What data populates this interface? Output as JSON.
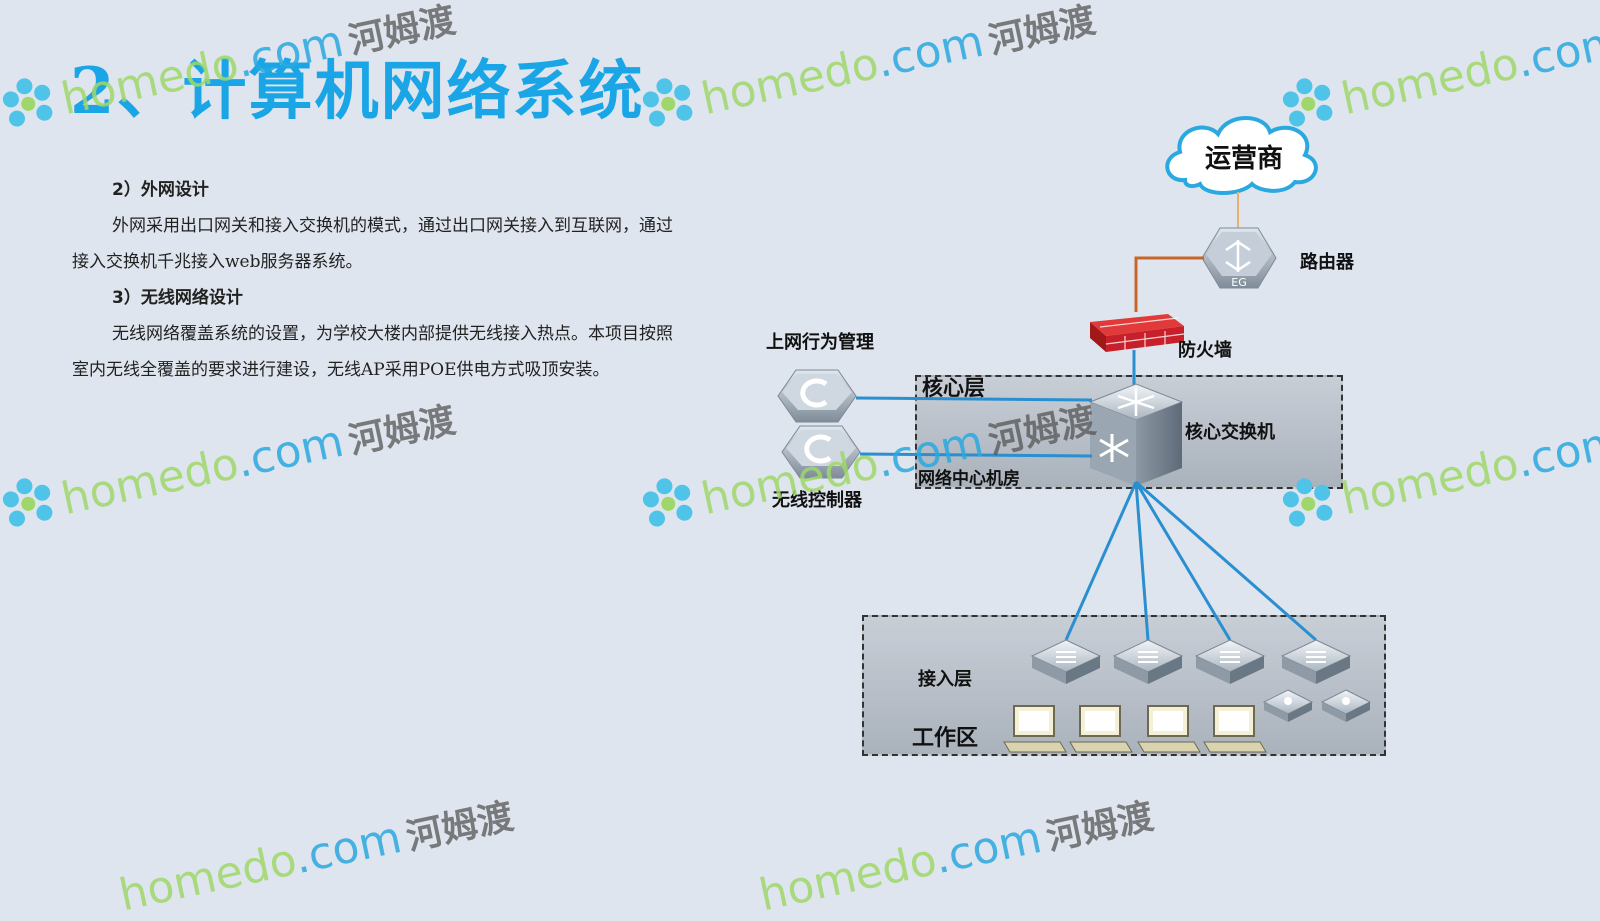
{
  "title": "2、计算机网络系统",
  "text": {
    "heading_external": "2）外网设计",
    "para_external": "外网采用出口网关和接入交换机的模式，通过出口网关接入到互联网，通过接入交换机千兆接入web服务器系统。",
    "heading_wireless": "3）无线网络设计",
    "para_wireless": "无线网络覆盖系统的设置，为学校大楼内部提供无线接入热点。本项目按照室内无线全覆盖的要求进行建设，无线AP采用POE供电方式吸顶安装。"
  },
  "diagram": {
    "isp": "运营商",
    "router": "路由器",
    "router_tag": "EG",
    "firewall": "防火墙",
    "behavior_mgmt": "上网行为管理",
    "wireless_controller": "无线控制器",
    "core_layer": "核心层",
    "core_switch": "核心交换机",
    "network_center": "网络中心机房",
    "access_layer": "接入层",
    "work_area": "工作区"
  },
  "watermark": {
    "en": "homedo",
    "dom": ".com",
    "cn": "河姆渡"
  },
  "colors": {
    "title": "#1aa6e6",
    "link_line": "#2a8fd0",
    "uplink_line": "#c8662a",
    "firewall": "#c8202a",
    "background": "#dfe5ee"
  }
}
